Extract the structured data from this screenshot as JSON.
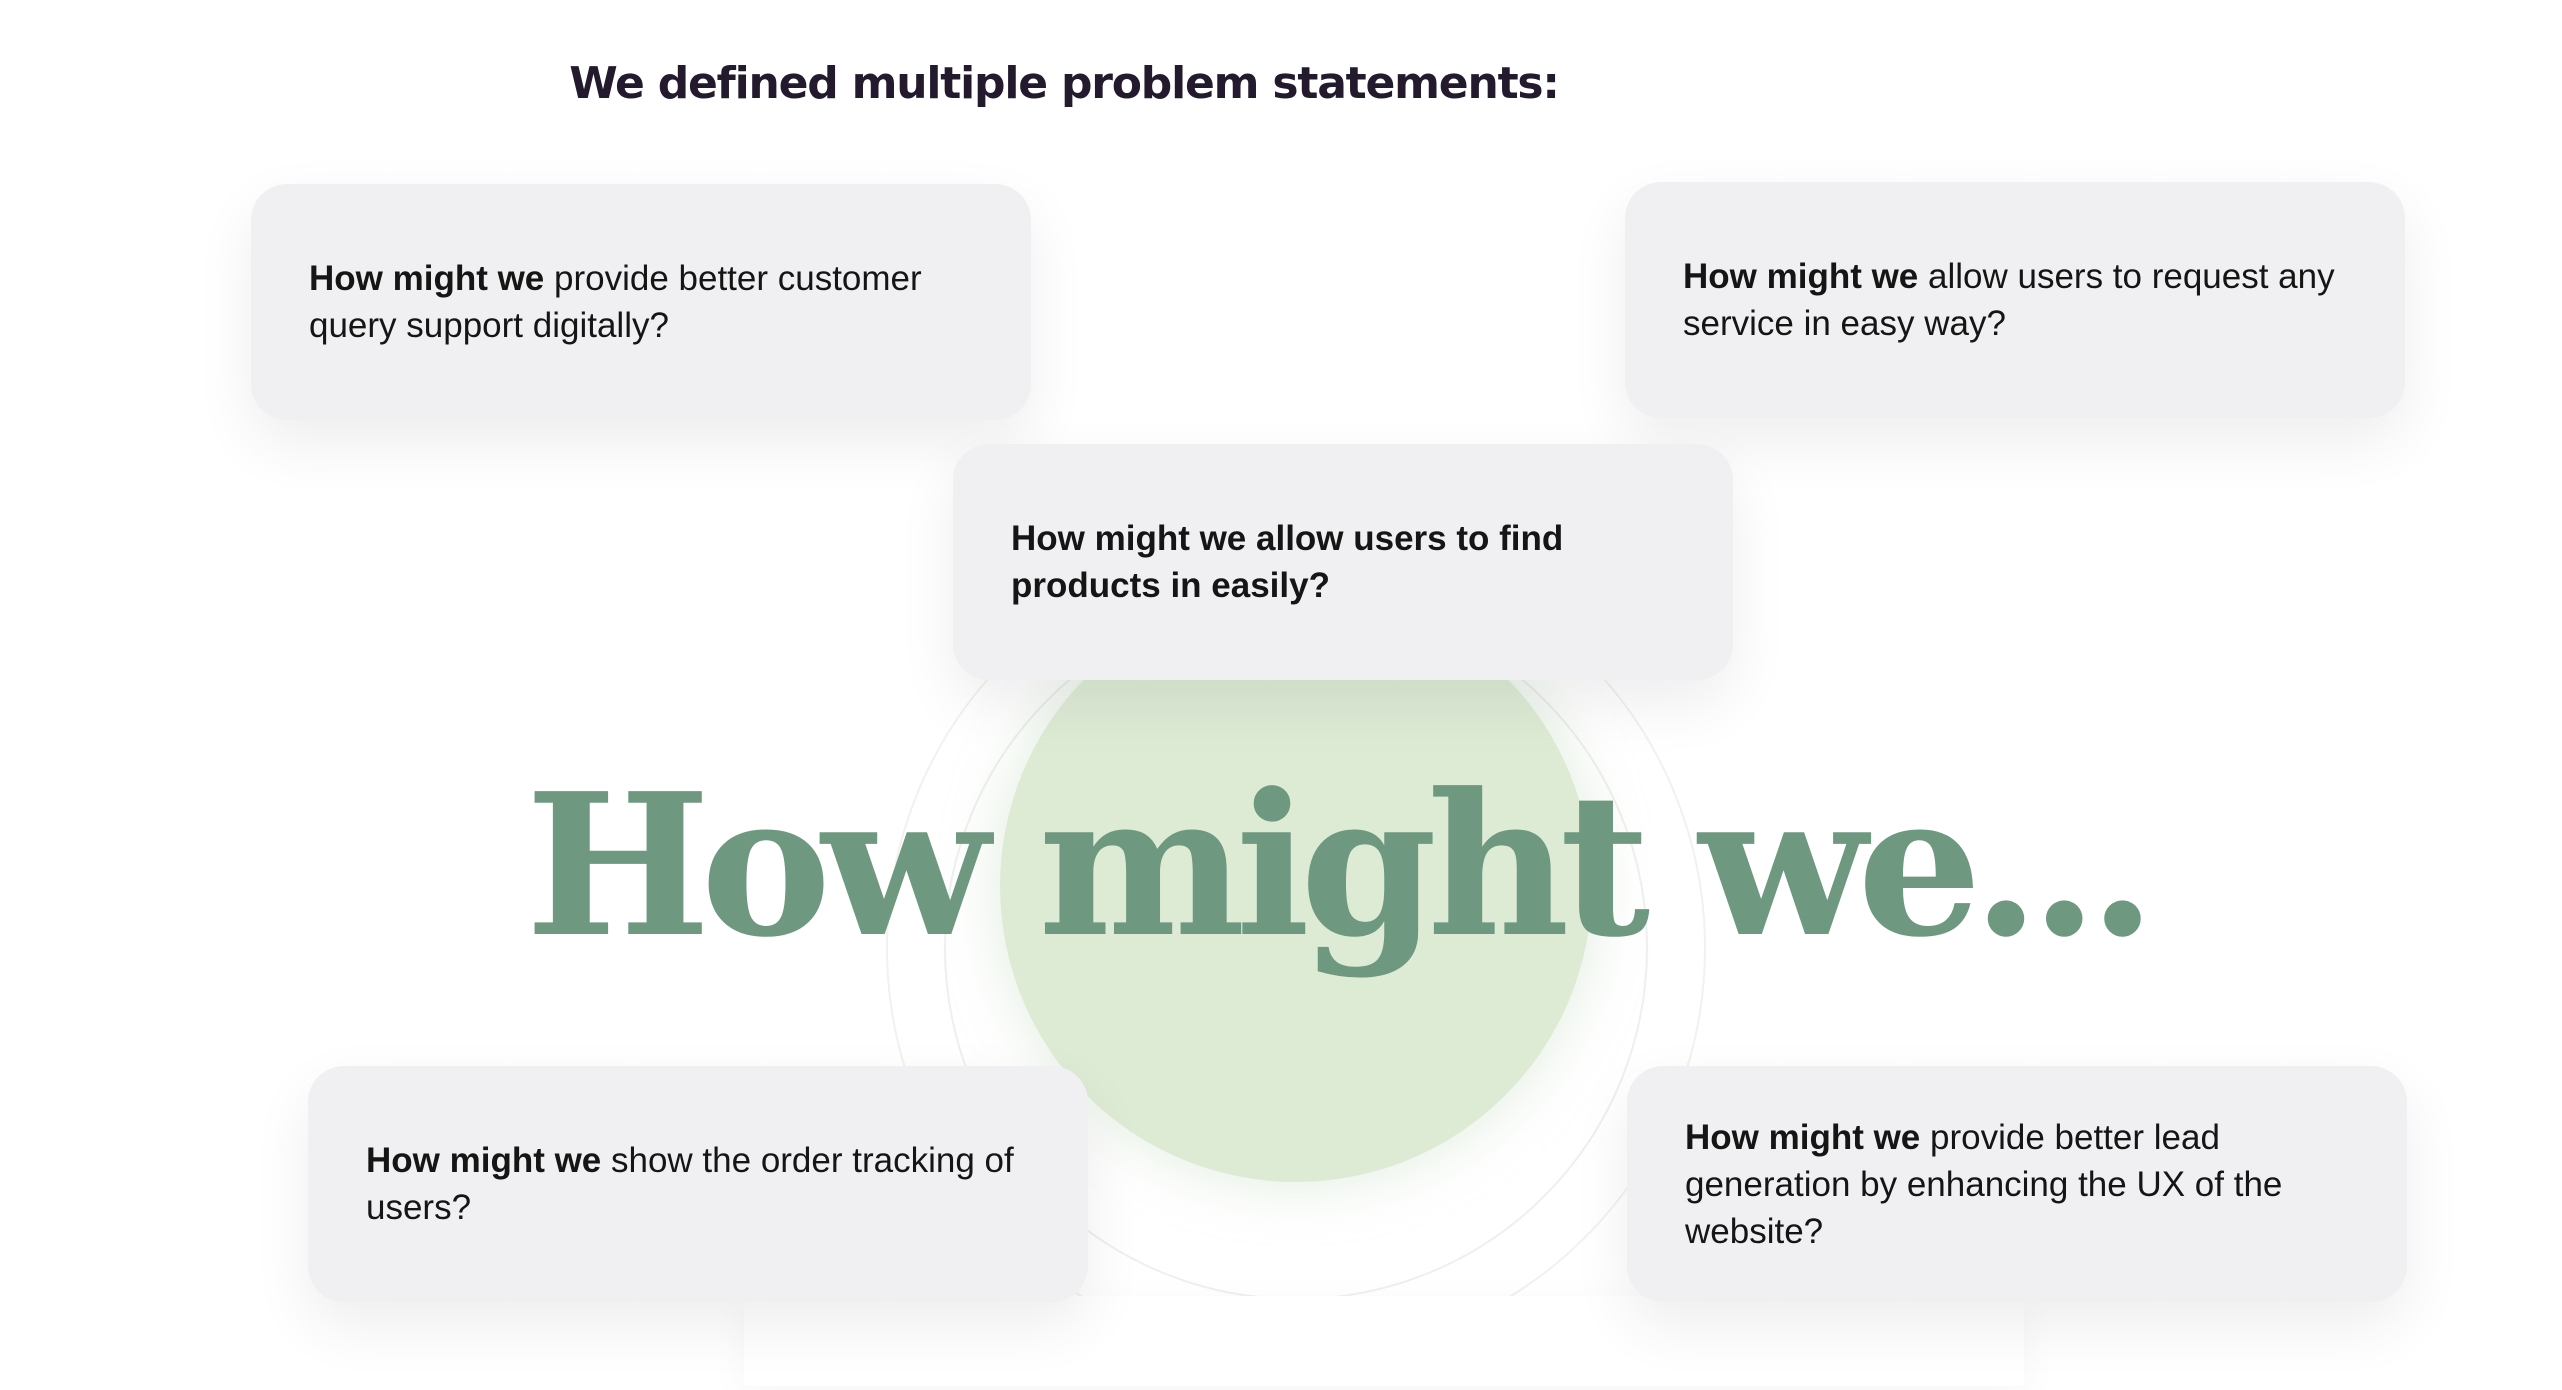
{
  "heading": "We defined multiple problem statements:",
  "center_title": "How might we...",
  "cards": [
    {
      "lead": "How might we",
      "rest": " provide better customer query support digitally?"
    },
    {
      "lead": "How might we",
      "rest": " allow users to request any service in easy way?"
    },
    {
      "lead": "How might we allow users to find products in easily?",
      "rest": ""
    },
    {
      "lead": "How might we",
      "rest": " show the order tracking of users?"
    },
    {
      "lead": "How might we",
      "rest": " provide better lead generation by enhancing the UX of the website?"
    }
  ],
  "colors": {
    "heading": "#231a2e",
    "center_title": "#6e9880",
    "center_circle": "#ddebd5",
    "card_background": "#f0f0f2"
  }
}
